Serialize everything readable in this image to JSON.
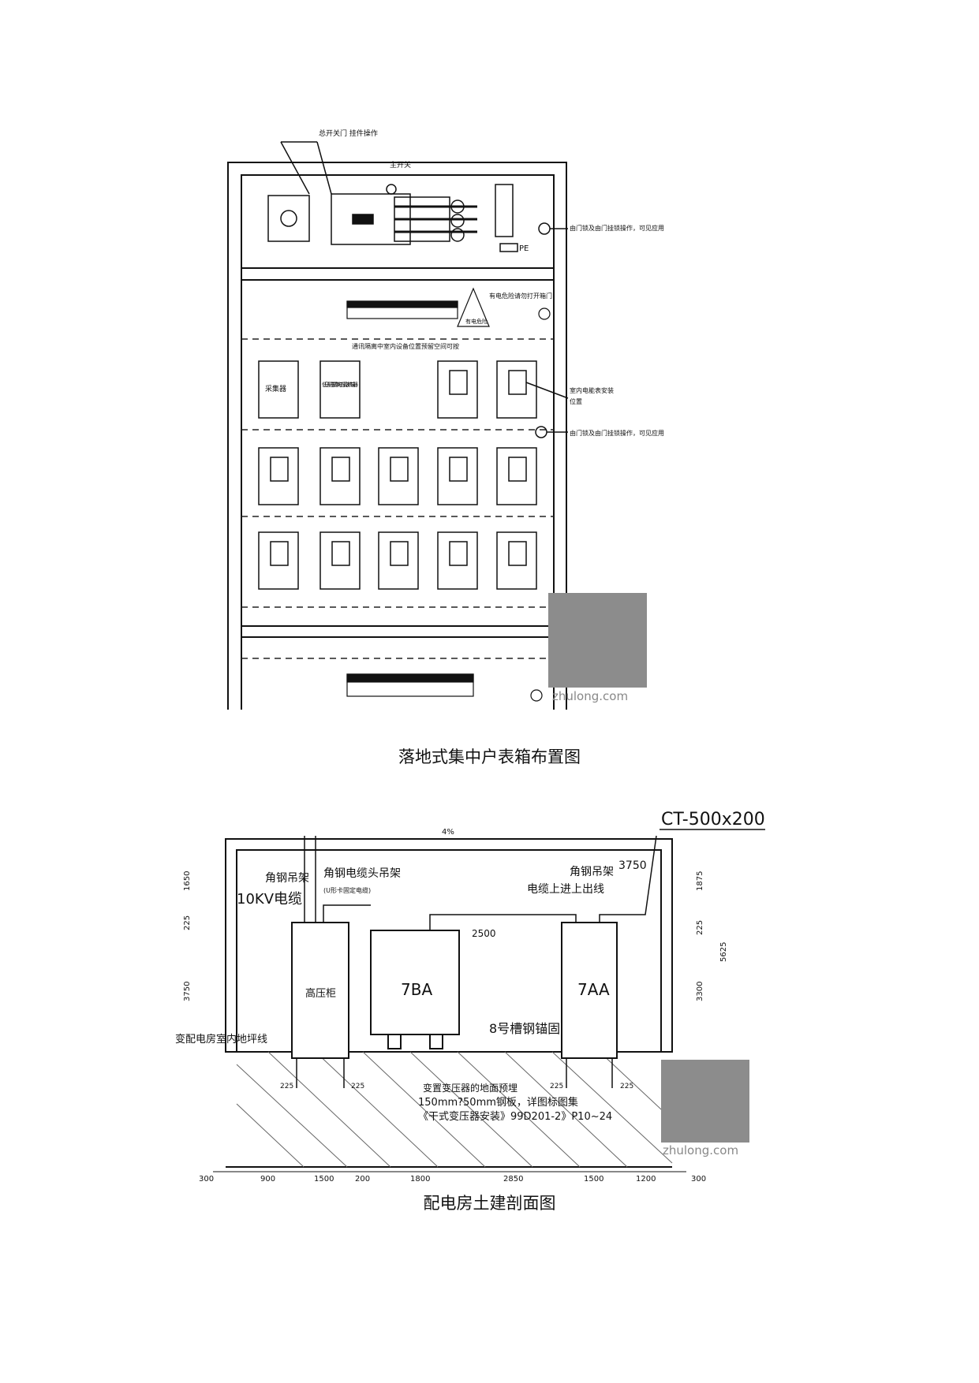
{
  "figure1": {
    "caption": "落地式集中户表箱布置图",
    "labels": {
      "isolator_callout": "总开关门 挂件操作",
      "top_main": "主开关",
      "pe": "PE",
      "left_side_note": "由门锁及由门挂锁操作，可见应用",
      "warning": "有电危险请勿打开箱门",
      "warning_sign": "有电危险",
      "middle_dashed": "通讯隔离中室内设备位置预留空间可按",
      "box_left": "采集器",
      "box_2": "低压配电载带电力载波终端器",
      "meter_note_1": "室内电能表安装",
      "meter_note_2": "位置",
      "right_note_2": "由门锁及由门挂锁操作，可见应用"
    }
  },
  "figure2": {
    "caption": "配电房土建剖面图",
    "labels": {
      "ct": "CT-500x200",
      "angle_bracket_left": "角钢吊架",
      "angle_cable_head": "角钢电缆头吊架",
      "cable_head_note": "(U形卡固定电缆)",
      "cable_10kv": "10KV电缆",
      "angle_bracket_right": "角钢吊架",
      "cable_updown": "电缆上进上出线",
      "dist_3750": "3750",
      "dist_2500": "2500",
      "hv_cabinet": "高压柜",
      "transformer": "7BA",
      "lv_cabinet": "7AA",
      "channel_steel": "8号槽钢锚固",
      "floor_line": "变配电房室内地坪线",
      "note_1": "变置变压器的地面预埋",
      "note_2": "150mm?50mm钢板，详图标图集",
      "note_3": "《干式变压器安装》99D201-2》P10~24",
      "dim_left": [
        "1650",
        "225",
        "3750",
        "300"
      ],
      "dim_right": [
        "1875",
        "225",
        "3300",
        "5625",
        "300"
      ],
      "dim_225": "225",
      "dim_bottom": [
        "900",
        "1500",
        "200",
        "1800",
        "2850",
        "1500",
        "1200"
      ],
      "dim_top": "4%"
    }
  },
  "watermark": "zhulong.com"
}
